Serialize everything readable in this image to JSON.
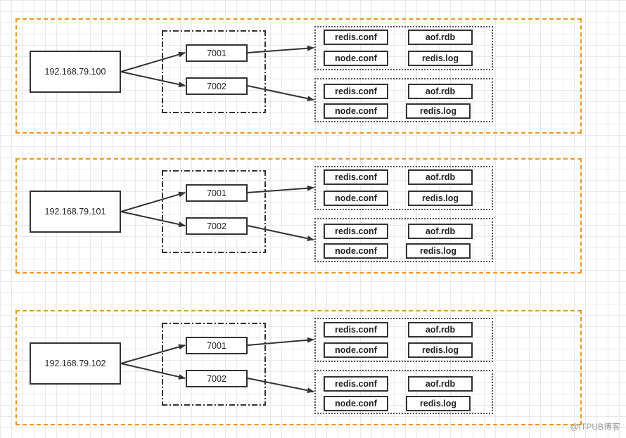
{
  "groups": [
    {
      "host": "192.168.79.100",
      "ports": [
        {
          "label": "7001",
          "files": [
            "redis.conf",
            "aof.rdb",
            "node.conf",
            "redis.log"
          ]
        },
        {
          "label": "7002",
          "files": [
            "redis.conf",
            "aof.rdb",
            "node.conf",
            "redis.log"
          ]
        }
      ]
    },
    {
      "host": "192.168.79.101",
      "ports": [
        {
          "label": "7001",
          "files": [
            "redis.conf",
            "aof.rdb",
            "node.conf",
            "redis.log"
          ]
        },
        {
          "label": "7002",
          "files": [
            "redis.conf",
            "aof.rdb",
            "node.conf",
            "redis.log"
          ]
        }
      ]
    },
    {
      "host": "192.168.79.102",
      "ports": [
        {
          "label": "7001",
          "files": [
            "redis.conf",
            "aof.rdb",
            "node.conf",
            "redis.log"
          ]
        },
        {
          "label": "7002",
          "files": [
            "redis.conf",
            "aof.rdb",
            "node.conf",
            "redis.log"
          ]
        }
      ]
    }
  ],
  "watermark": "@ITPUB博客",
  "colors": {
    "group_border": "#f0961e",
    "line": "#333333"
  }
}
